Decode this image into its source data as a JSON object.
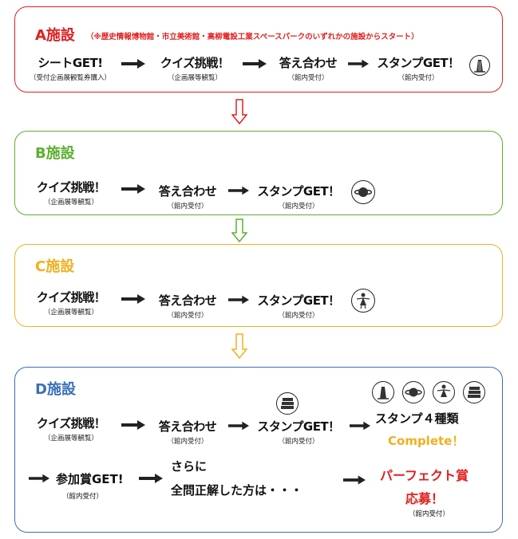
{
  "sections": {
    "a": {
      "title": "A施設",
      "note": "（※歴史情報博物館・市立美術館・高柳電設工業スペースパークのいずれかの施設からスタート）",
      "color": "#e02020",
      "steps": [
        {
          "main": "シートGET!",
          "sub": "（受付企画展観覧券購入）"
        },
        {
          "main": "クイズ挑戦！",
          "sub": "（企画展等観覧）"
        },
        {
          "main": "答え合わせ",
          "sub": "（館内受付）"
        },
        {
          "main": "スタンプGET！",
          "sub": "（館内受付）"
        }
      ],
      "stamp_icon": "tower-stamp-icon"
    },
    "b": {
      "title": "B施設",
      "color": "#5bb030",
      "steps": [
        {
          "main": "クイズ挑戦！",
          "sub": "（企画展等観覧）"
        },
        {
          "main": "答え合わせ",
          "sub": "（館内受付）"
        },
        {
          "main": "スタンプGET！",
          "sub": "（館内受付）"
        }
      ],
      "stamp_icon": "planet-stamp-icon"
    },
    "c": {
      "title": "C施設",
      "color": "#f0b020",
      "steps": [
        {
          "main": "クイズ挑戦！",
          "sub": "（企画展等観覧）"
        },
        {
          "main": "答え合わせ",
          "sub": "（館内受付）"
        },
        {
          "main": "スタンプGET！",
          "sub": "（館内受付）"
        }
      ],
      "stamp_icon": "figure-stamp-icon"
    },
    "d": {
      "title": "D施設",
      "color": "#3a70b8",
      "steps": [
        {
          "main": "クイズ挑戦！",
          "sub": "（企画展等観覧）"
        },
        {
          "main": "答え合わせ",
          "sub": "（館内受付）"
        },
        {
          "main": "スタンプGET！",
          "sub": "（館内受付）"
        }
      ],
      "stamp_icon": "books-stamp-icon",
      "four_stamps": "スタンプ４種類",
      "complete": "Complete！",
      "participation": "参加賞GET!",
      "participation_sub": "（館内受付）",
      "further_1": "さらに",
      "further_2": "全問正解した方は・・・",
      "perfect_1": "パーフェクト賞",
      "perfect_2": "応募！",
      "perfect_sub": "（館内受付）"
    }
  },
  "colors": {
    "complete": "#f0b020",
    "perfect": "#e02020"
  }
}
